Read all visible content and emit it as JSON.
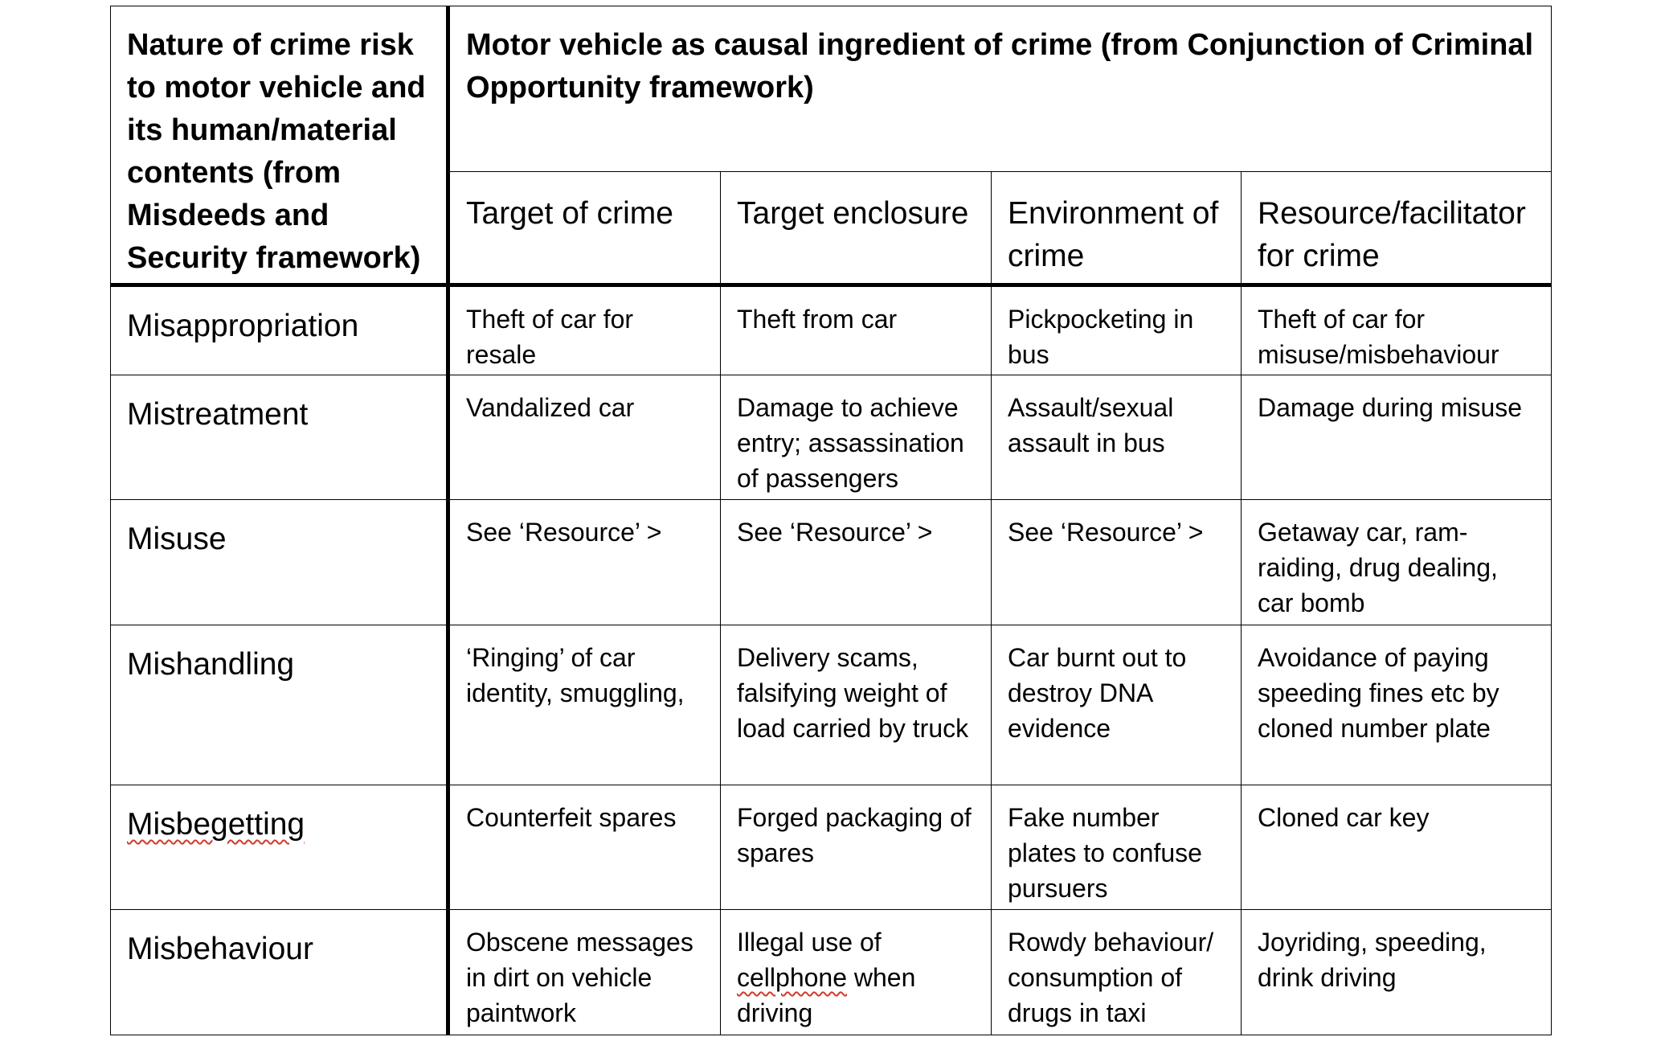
{
  "table": {
    "corner_header": "Nature of crime risk to motor vehicle and its human/material contents (from Misdeeds and Security framework)",
    "banner_header": "Motor vehicle as causal ingredient of crime (from Conjunction of Criminal Opportunity framework)",
    "columns": [
      "Target of crime",
      "Target enclosure",
      "Environment of crime",
      "Resource/facilitator for crime"
    ],
    "rows": [
      {
        "label": "Misappropriation",
        "cells": [
          "Theft of car for resale",
          "Theft from car",
          "Pickpocketing in bus",
          "Theft of car for misuse/misbehaviour"
        ]
      },
      {
        "label": "Mistreatment",
        "cells": [
          "Vandalized car",
          "Damage to achieve entry; assassination of passengers",
          "Assault/sexual assault in bus",
          "Damage during misuse"
        ]
      },
      {
        "label": "Misuse",
        "cells": [
          "See ‘Resource’ >",
          "See ‘Resource’ >",
          "See ‘Resource’ >",
          "Getaway car, ram-raiding, drug dealing, car bomb"
        ]
      },
      {
        "label": "Mishandling",
        "cells": [
          "‘Ringing’ of car identity, smuggling,",
          "Delivery scams, falsifying weight of load carried by truck",
          "Car burnt out to destroy DNA evidence",
          "Avoidance of paying speeding fines etc by cloned number plate"
        ]
      },
      {
        "label": "Misbegetting",
        "cells": [
          "Counterfeit spares",
          "Forged packaging of spares",
          "Fake number plates to confuse pursuers",
          "Cloned car key"
        ]
      },
      {
        "label": "Misbehaviour",
        "cells": [
          "Obscene messages in dirt on vehicle paintwork",
          "Illegal use of ",
          "Rowdy behaviour/ consumption of drugs in taxi",
          "Joyriding, speeding, drink driving"
        ]
      }
    ],
    "cellphone_word": "cellphone",
    "cellphone_suffix": " when driving"
  }
}
